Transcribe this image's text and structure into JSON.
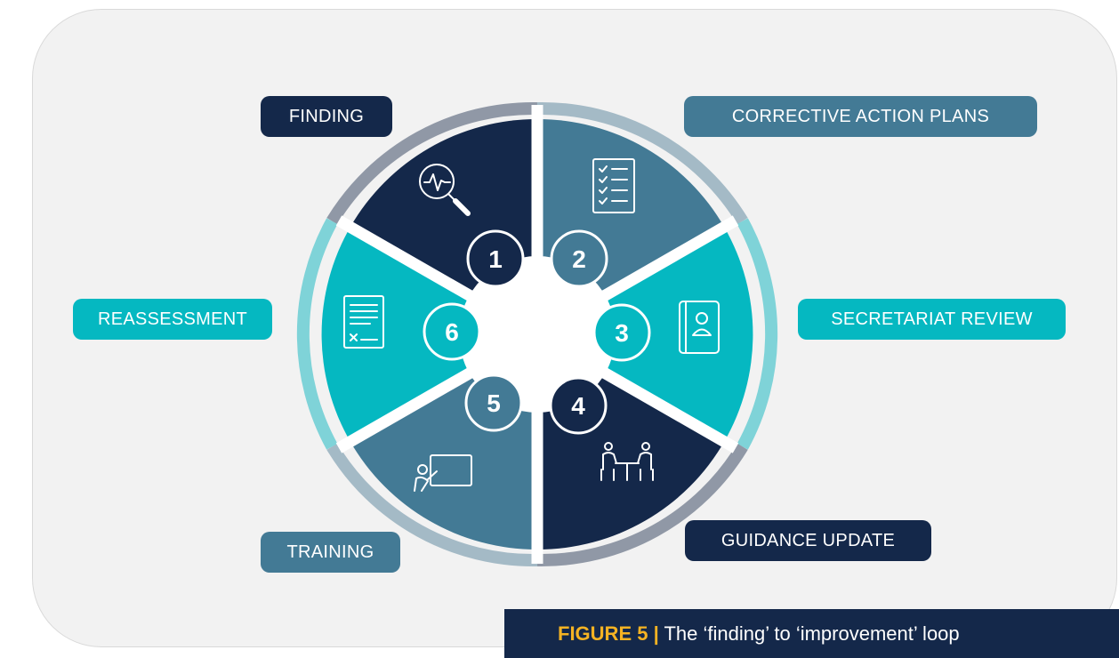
{
  "diagram": {
    "steps": [
      {
        "number": "1",
        "label": "FINDING",
        "icon": "magnifier-pulse-icon"
      },
      {
        "number": "2",
        "label": "CORRECTIVE ACTION PLANS",
        "icon": "checklist-icon"
      },
      {
        "number": "3",
        "label": "SECRETARIAT REVIEW",
        "icon": "user-book-icon"
      },
      {
        "number": "4",
        "label": "GUIDANCE UPDATE",
        "icon": "meeting-icon"
      },
      {
        "number": "5",
        "label": "TRAINING",
        "icon": "presentation-icon"
      },
      {
        "number": "6",
        "label": "REASSESSMENT",
        "icon": "document-form-icon"
      }
    ]
  },
  "caption": {
    "figure": "FIGURE 5 |",
    "text": "The ‘finding’ to ‘improvement’ loop"
  },
  "colors": {
    "navy": "#14284a",
    "steel": "#437a95",
    "teal": "#05b8c1",
    "caption_accent": "#f5b323"
  }
}
